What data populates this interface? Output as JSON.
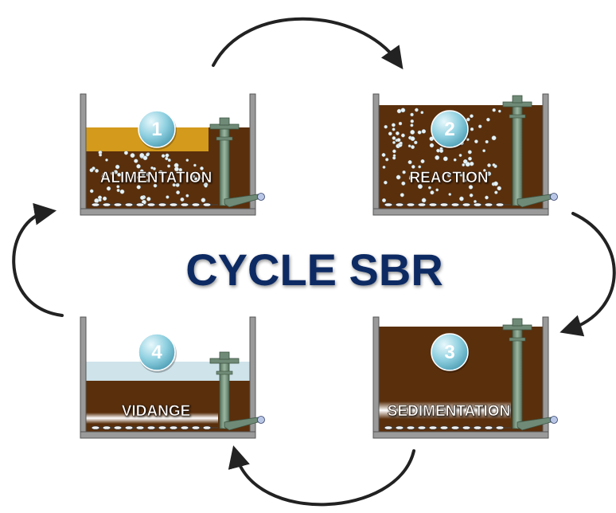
{
  "title": "CYCLE SBR",
  "stages": [
    {
      "number": "1",
      "label": "ALIMENTATION",
      "variant": "feed"
    },
    {
      "number": "2",
      "label": "REACTION",
      "variant": "react"
    },
    {
      "number": "3",
      "label": "SEDIMENTATION",
      "variant": "settle"
    },
    {
      "number": "4",
      "label": "VIDANGE",
      "variant": "draw"
    }
  ],
  "colors": {
    "sludge": "#5a2f0c",
    "feed": "#d39a1c",
    "clear_water": "#cfe3ea",
    "tank_wall": "#9a9a9a",
    "pipe": "#6f8a76",
    "title": "#0e2a63",
    "badge": "#8fd0e0",
    "arrow": "#222222"
  }
}
